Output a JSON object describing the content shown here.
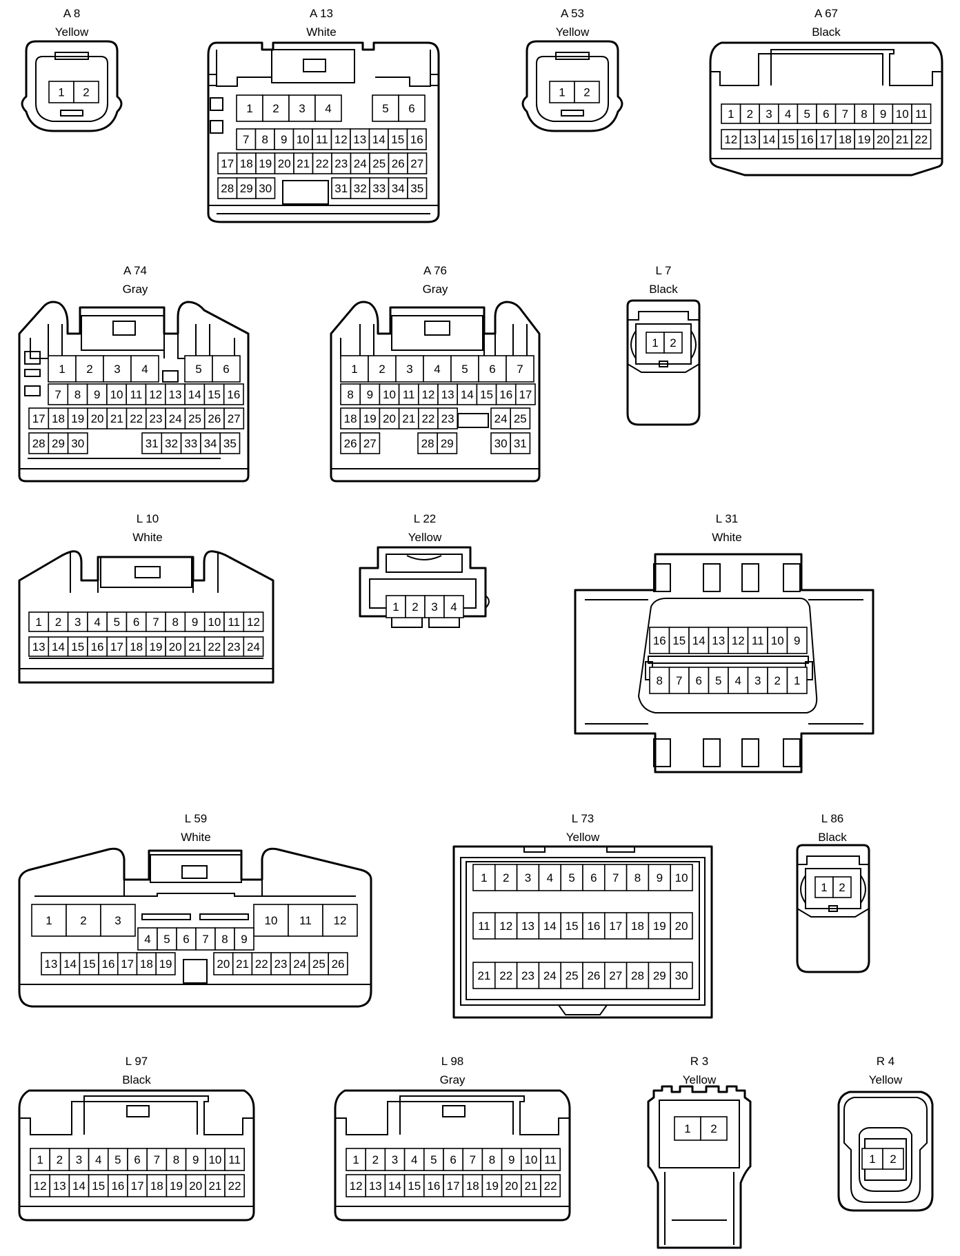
{
  "connectors": [
    {
      "id": "A 8",
      "color": "Yellow"
    },
    {
      "id": "A 13",
      "color": "White"
    },
    {
      "id": "A 53",
      "color": "Yellow"
    },
    {
      "id": "A 67",
      "color": "Black"
    },
    {
      "id": "A 74",
      "color": "Gray"
    },
    {
      "id": "A 76",
      "color": "Gray"
    },
    {
      "id": "L 7",
      "color": "Black"
    },
    {
      "id": "L 10",
      "color": "White"
    },
    {
      "id": "L 22",
      "color": "Yellow"
    },
    {
      "id": "L 31",
      "color": "White"
    },
    {
      "id": "L 59",
      "color": "White"
    },
    {
      "id": "L 73",
      "color": "Yellow"
    },
    {
      "id": "L 86",
      "color": "Black"
    },
    {
      "id": "L 97",
      "color": "Black"
    },
    {
      "id": "L 98",
      "color": "Gray"
    },
    {
      "id": "R 3",
      "color": "Yellow"
    },
    {
      "id": "R 4",
      "color": "Yellow"
    }
  ]
}
